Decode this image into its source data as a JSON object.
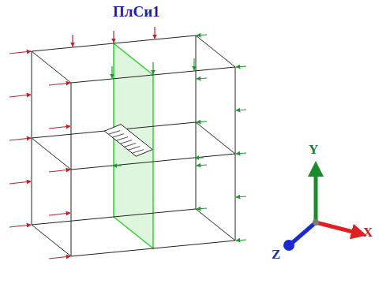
{
  "diagram": {
    "labels": [
      "ПлСи1",
      "Y",
      "X",
      "Z"
    ]
  }
}
